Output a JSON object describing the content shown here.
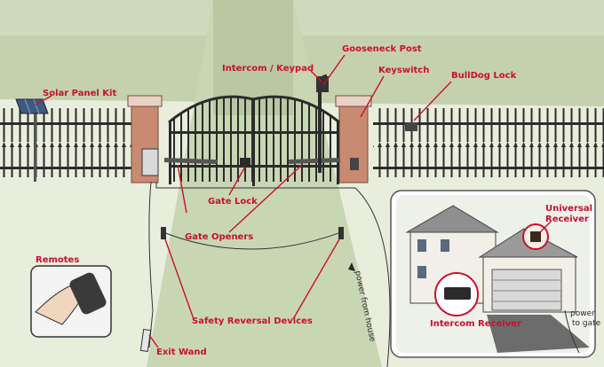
{
  "labels": {
    "gooseneck_post": "Gooseneck Post",
    "intercom_keypad": "Intercom / Keypad",
    "keyswitch": "Keyswitch",
    "bulldog_lock": "BullDog Lock",
    "solar_panel_kit": "Solar Panel Kit",
    "gate_lock": "Gate Lock",
    "gate_openers": "Gate Openers",
    "remotes": "Remotes",
    "safety_reversal_devices": "Safety Reversal Devices",
    "exit_wand": "Exit Wand",
    "power_from_house": "power from house",
    "universal_receiver_line1": "Universal",
    "universal_receiver_line2": "Receiver",
    "intercom_receiver": "Intercom Receiver",
    "power_to_gate_line1": "power",
    "power_to_gate_line2": "to gate"
  },
  "colors": {
    "label_red": "#c8102e",
    "lawn": "#e8eddc",
    "driveway": "#c9d6b4",
    "fence": "#2b2b2b",
    "brick": "#c98a72",
    "pillar_cap": "#e7d3c4",
    "house_wall": "#f1efe8",
    "roof": "#9a9a9a"
  }
}
